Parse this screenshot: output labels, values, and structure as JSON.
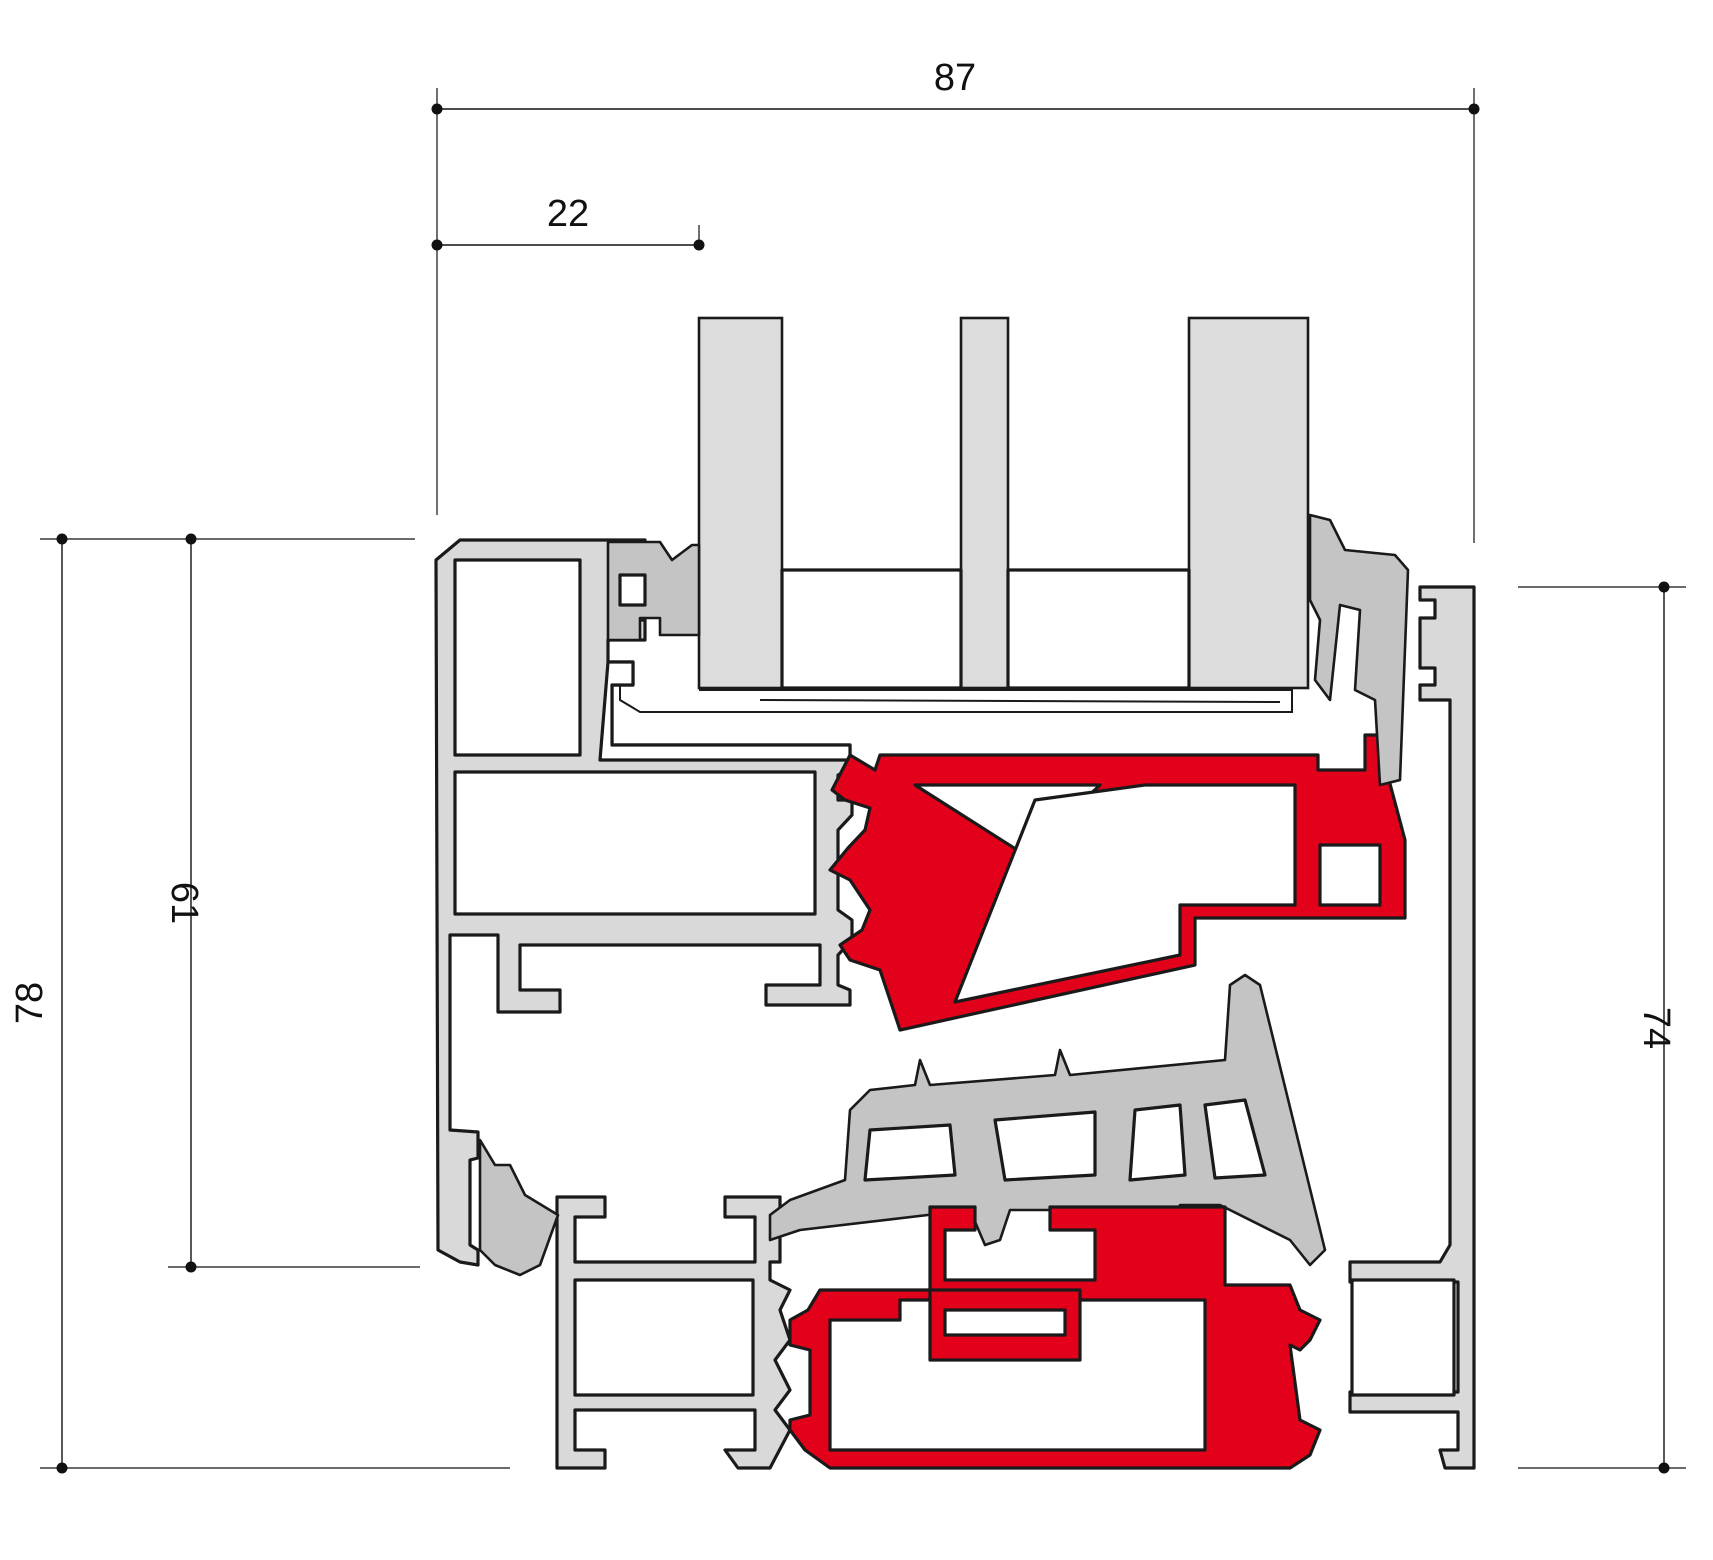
{
  "dimensions": {
    "overall_width": "87",
    "glass_offset": "22",
    "frame_height_left": "78",
    "sash_height": "61",
    "frame_height_right": "74"
  },
  "colors": {
    "aluminium": "#d9d9d9",
    "thermal_break": "#e3001b",
    "glass": "#dcdcdc",
    "outline": "#1a1a1a"
  }
}
